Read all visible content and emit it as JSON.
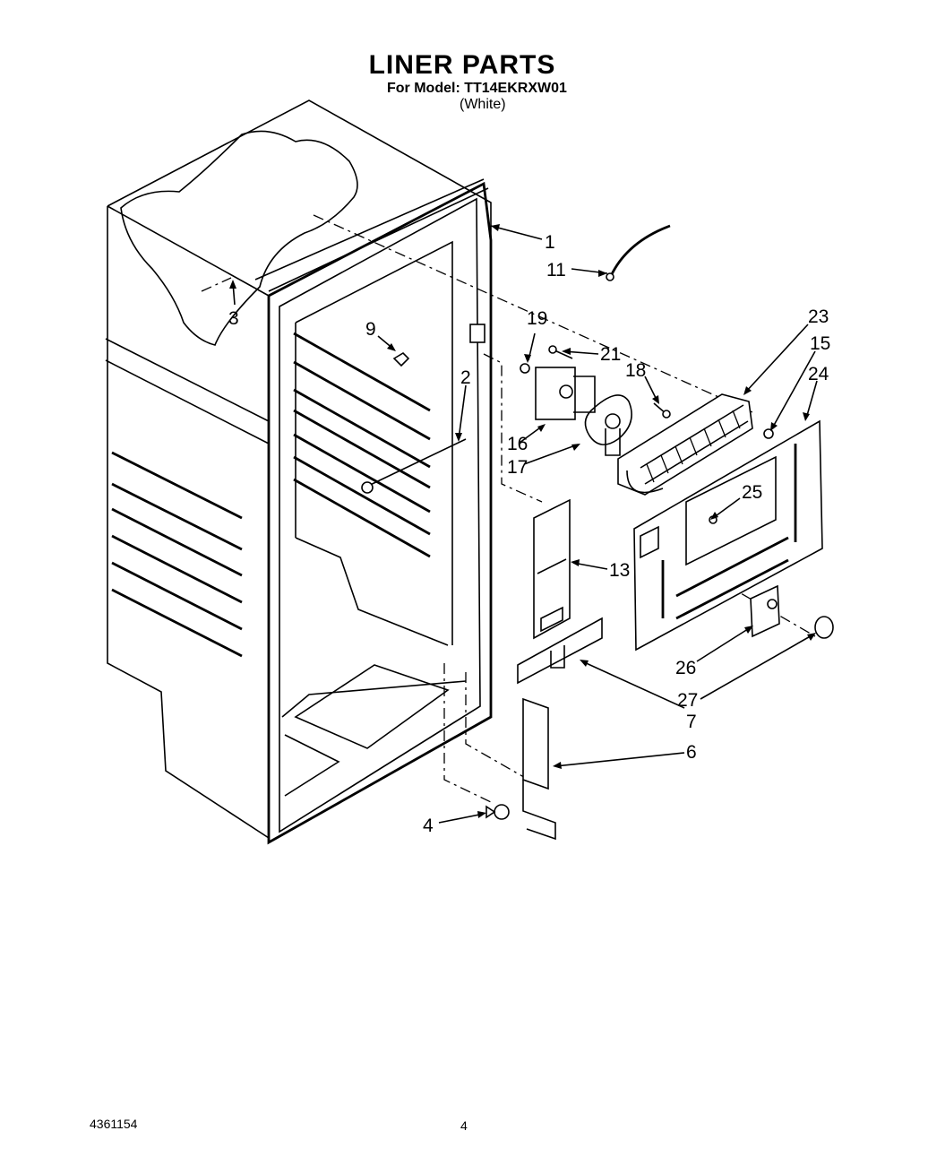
{
  "header": {
    "title": "LINER PARTS",
    "model_line": "For Model: TT14EKRXW01",
    "color_line": "(White)"
  },
  "callouts": [
    {
      "id": "c1",
      "label": "1"
    },
    {
      "id": "c11",
      "label": "11"
    },
    {
      "id": "c3",
      "label": "3"
    },
    {
      "id": "c9",
      "label": "9"
    },
    {
      "id": "c19",
      "label": "19"
    },
    {
      "id": "c21",
      "label": "21"
    },
    {
      "id": "c18",
      "label": "18"
    },
    {
      "id": "c23",
      "label": "23"
    },
    {
      "id": "c15",
      "label": "15"
    },
    {
      "id": "c24",
      "label": "24"
    },
    {
      "id": "c2",
      "label": "2"
    },
    {
      "id": "c16",
      "label": "16"
    },
    {
      "id": "c17",
      "label": "17"
    },
    {
      "id": "c25",
      "label": "25"
    },
    {
      "id": "c13",
      "label": "13"
    },
    {
      "id": "c26",
      "label": "26"
    },
    {
      "id": "c27",
      "label": "27"
    },
    {
      "id": "c7",
      "label": "7"
    },
    {
      "id": "c6",
      "label": "6"
    },
    {
      "id": "c4",
      "label": "4"
    }
  ],
  "footer": {
    "document_number": "4361154",
    "page_number": "4"
  }
}
